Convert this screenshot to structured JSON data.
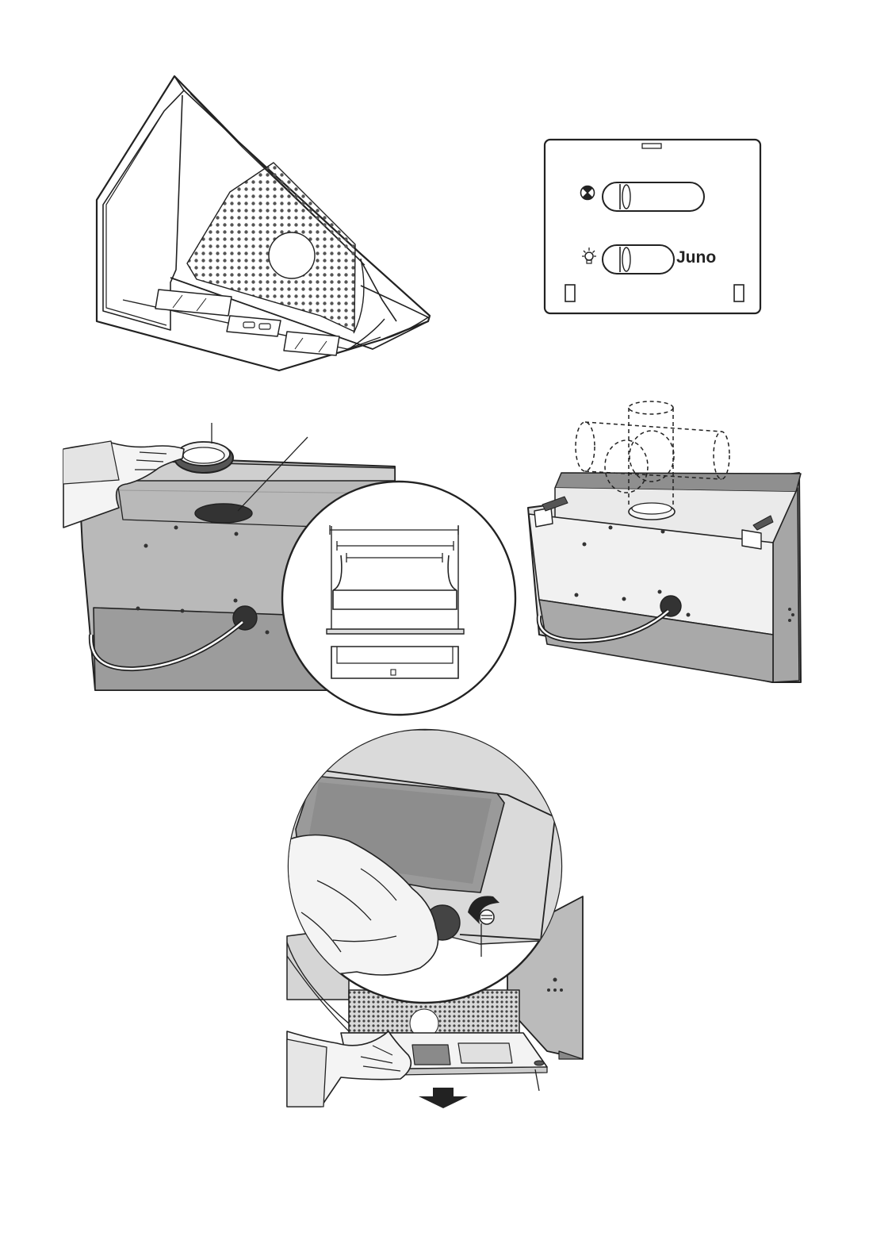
{
  "control_panel": {
    "brand": "Juno",
    "switches": [
      {
        "icon": "fan-icon"
      },
      {
        "icon": "light-bulb-icon"
      }
    ]
  },
  "figures": [
    {
      "id": "hood-overview"
    },
    {
      "id": "control-panel"
    },
    {
      "id": "duct-connection"
    },
    {
      "id": "duct-options"
    },
    {
      "id": "filter-removal"
    }
  ],
  "colors": {
    "outline": "#222222",
    "panel_grey": "#b5b5b5",
    "dark_grey": "#8c8c8c",
    "light_grey": "#dcdcdc",
    "skin": "#f4f4f4"
  }
}
